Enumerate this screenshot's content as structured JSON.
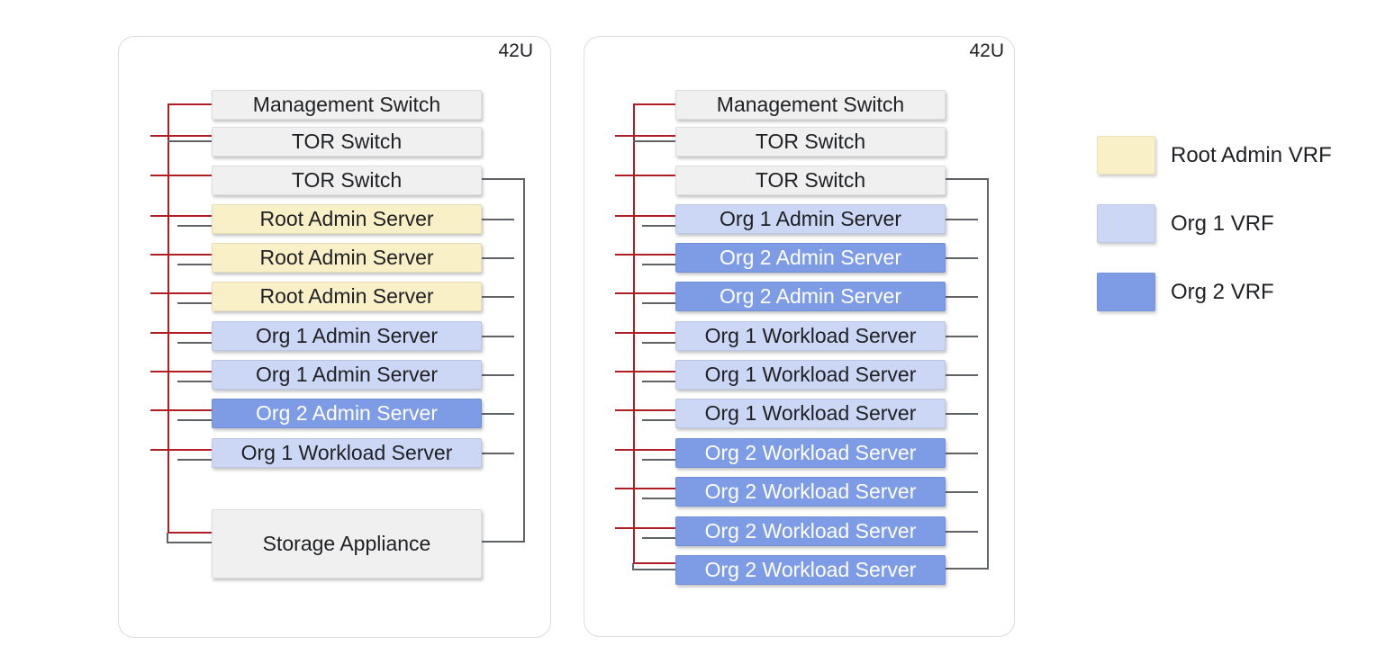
{
  "diagram": {
    "racks": [
      {
        "name": "rack-1",
        "capacity_label": "42U",
        "units": [
          {
            "label": "Management Switch",
            "type": "switch"
          },
          {
            "label": "TOR Switch",
            "type": "switch"
          },
          {
            "label": "TOR Switch",
            "type": "switch"
          },
          {
            "label": "Root Admin Server",
            "type": "root-admin"
          },
          {
            "label": "Root Admin Server",
            "type": "root-admin"
          },
          {
            "label": "Root Admin Server",
            "type": "root-admin"
          },
          {
            "label": "Org 1 Admin Server",
            "type": "org1"
          },
          {
            "label": "Org 1 Admin Server",
            "type": "org1"
          },
          {
            "label": "Org 2 Admin Server",
            "type": "org2"
          },
          {
            "label": "Org 1 Workload Server",
            "type": "org1"
          },
          {
            "label": "Storage Appliance",
            "type": "storage"
          }
        ]
      },
      {
        "name": "rack-2",
        "capacity_label": "42U",
        "units": [
          {
            "label": "Management Switch",
            "type": "switch"
          },
          {
            "label": "TOR Switch",
            "type": "switch"
          },
          {
            "label": "TOR Switch",
            "type": "switch"
          },
          {
            "label": "Org 1 Admin Server",
            "type": "org1"
          },
          {
            "label": "Org 2 Admin Server",
            "type": "org2"
          },
          {
            "label": "Org 2 Admin Server",
            "type": "org2"
          },
          {
            "label": "Org 1 Workload Server",
            "type": "org1"
          },
          {
            "label": "Org 1 Workload Server",
            "type": "org1"
          },
          {
            "label": "Org 1 Workload Server",
            "type": "org1"
          },
          {
            "label": "Org 2 Workload Server",
            "type": "org2"
          },
          {
            "label": "Org 2 Workload Server",
            "type": "org2"
          },
          {
            "label": "Org 2 Workload Server",
            "type": "org2"
          },
          {
            "label": "Org 2 Workload Server",
            "type": "org2"
          }
        ]
      }
    ],
    "legend": {
      "items": [
        {
          "label": "Root Admin VRF",
          "color": "#faf0c8"
        },
        {
          "label": "Org 1 VRF",
          "color": "#ccd7f5"
        },
        {
          "label": "Org 2 VRF",
          "color": "#7e9ce6"
        }
      ]
    },
    "colors": {
      "root_admin_fill": "#faf0c8",
      "org1_fill": "#ccd7f5",
      "org2_fill": "#7e9ce6",
      "switch_fill": "#f0f0f0",
      "storage_fill": "#f0f0f0",
      "admin_link_red": "#ae1e24",
      "data_link_gray": "#5f6368",
      "text_dark": "#202124",
      "text_light": "#ffffff"
    }
  }
}
